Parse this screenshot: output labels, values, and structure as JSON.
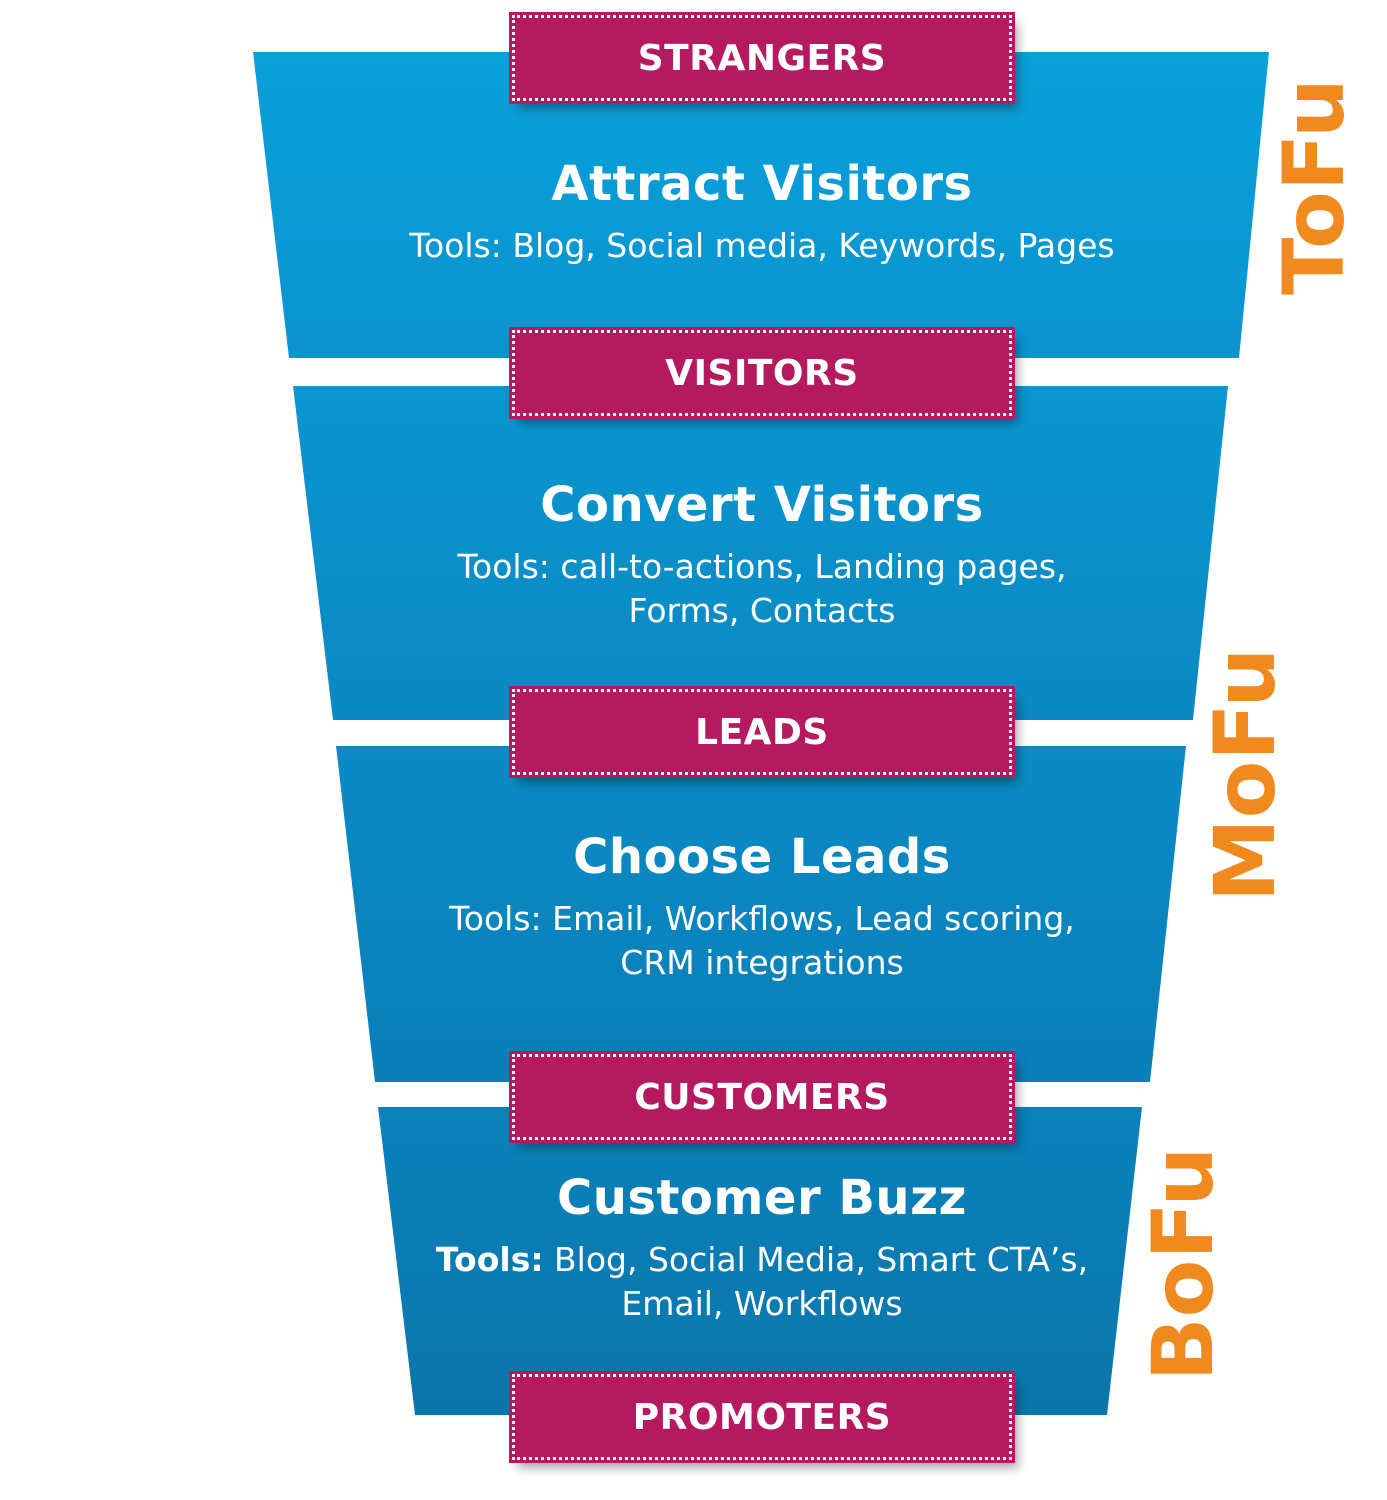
{
  "stages": [
    {
      "title": "Attract Visitors",
      "tools_prefix": "Tools:",
      "tools_prefix_bold": false,
      "tools_lines": [
        "Blog, Social media, Keywords, Pages"
      ]
    },
    {
      "title": "Convert Visitors",
      "tools_prefix": "Tools:",
      "tools_prefix_bold": false,
      "tools_lines": [
        "call-to-actions, Landing pages,",
        "Forms, Contacts"
      ]
    },
    {
      "title": "Choose Leads",
      "tools_prefix": "Tools:",
      "tools_prefix_bold": false,
      "tools_lines": [
        "Email, Workflows, Lead scoring,",
        "CRM integrations"
      ]
    },
    {
      "title": "Customer Buzz",
      "tools_prefix": "Tools:",
      "tools_prefix_bold": true,
      "tools_lines": [
        "Blog, Social Media, Smart CTA’s,",
        "Email, Workflows"
      ]
    }
  ],
  "labels": [
    "STRANGERS",
    "VISITORS",
    "LEADS",
    "CUSTOMERS",
    "PROMOTERS"
  ],
  "phases": [
    "ToFu",
    "MoFu",
    "BoFu"
  ],
  "colors": {
    "funnel_top": "#0aa0da",
    "funnel_bottom": "#0b78ad",
    "label_bg": "#b5195f",
    "label_text": "#ffffff",
    "phase_text": "#f08a1e"
  }
}
